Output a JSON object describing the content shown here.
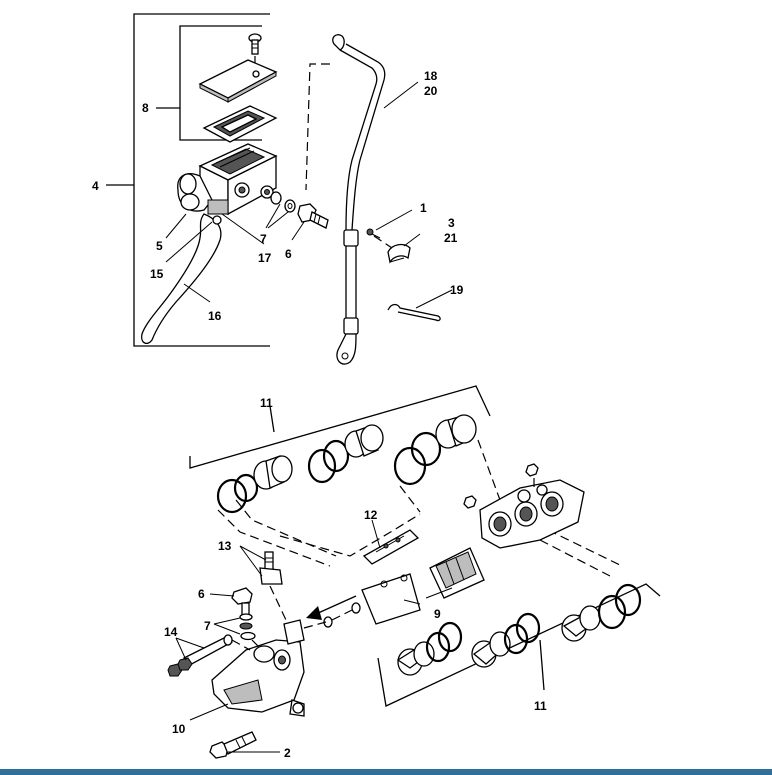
{
  "diagram": {
    "callouts": {
      "c1": "1",
      "c2": "2",
      "c3": "3",
      "c4": "4",
      "c5": "5",
      "c6_upper": "6",
      "c6_lower": "6",
      "c7_upper": "7",
      "c7_lower": "7",
      "c8": "8",
      "c9": "9",
      "c10": "10",
      "c11_top": "11",
      "c11_bottom": "11",
      "c12": "12",
      "c13": "13",
      "c14": "14",
      "c15": "15",
      "c16": "16",
      "c17": "17",
      "c18": "18",
      "c19": "19",
      "c20": "20",
      "c21": "21"
    }
  },
  "colors": {
    "footer_bar": "#2f6f99",
    "line": "#000000",
    "shading": "#bdbdbd"
  }
}
